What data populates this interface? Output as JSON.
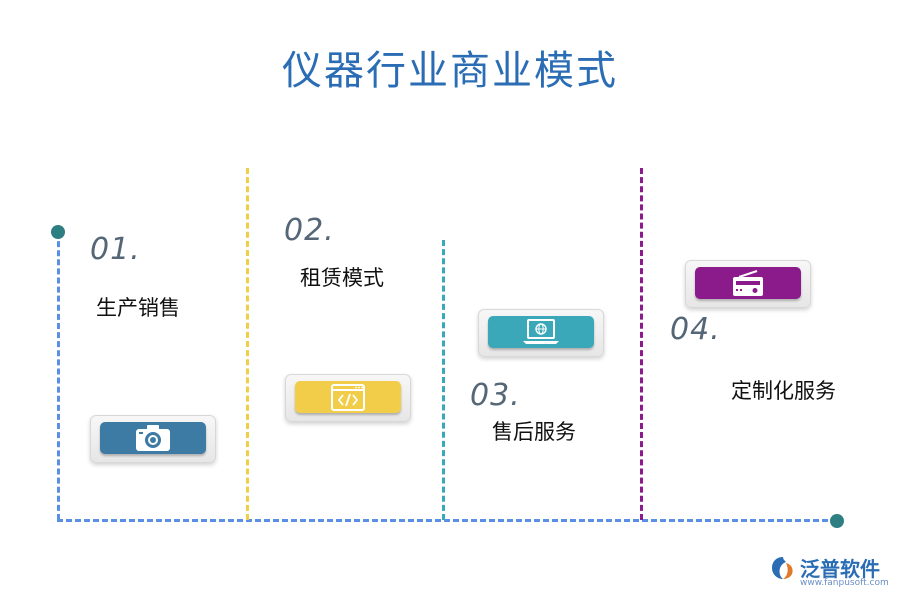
{
  "title": "仪器行业商业模式",
  "colors": {
    "title": "#2a6db5",
    "step1": "#3d7ba5",
    "step2": "#f2cd4a",
    "step3": "#3aa8b8",
    "step4": "#8b1a8b",
    "baseline": "#5b8fe6",
    "dot": "#2e7f82"
  },
  "steps": [
    {
      "number": "01.",
      "label": "生产销售",
      "icon": "camera-icon"
    },
    {
      "number": "02.",
      "label": "租赁模式",
      "icon": "code-window-icon"
    },
    {
      "number": "03.",
      "label": "售后服务",
      "icon": "laptop-globe-icon"
    },
    {
      "number": "04.",
      "label": "定制化服务",
      "icon": "radio-icon"
    }
  ],
  "logo": {
    "name": "泛普软件",
    "url": "www.fanpusoft.com"
  }
}
